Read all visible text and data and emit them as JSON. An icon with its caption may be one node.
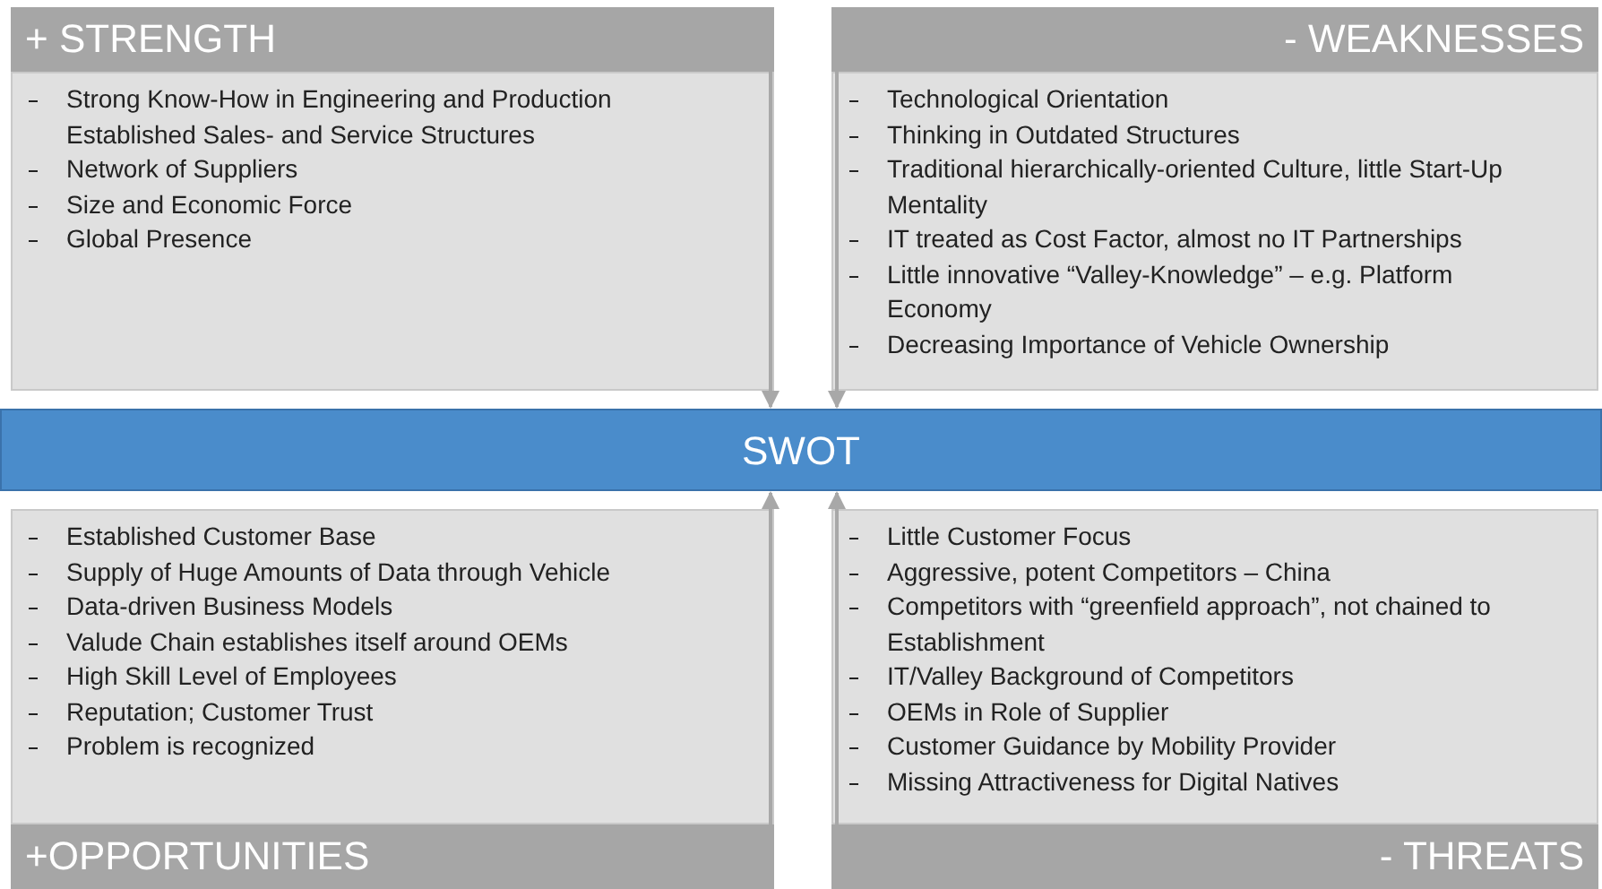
{
  "diagram": {
    "nodes": [
      {
        "text": [
          "+ STRENGTH",
          "Strong Know-How in Engineering and Production Established Sales- and Service Structures",
          "Network of Suppliers",
          "Size and Economic Force",
          "Global Presence"
        ]
      },
      {
        "text": [
          "- WEAKNESSES",
          "Technological Orientation",
          "Thinking in Outdated Structures",
          "Traditional hierarchically-oriented Culture, little Start-Up Mentality",
          "IT treated as Cost Factor, almost no IT Partnerships",
          "Little innovative “Valley-Knowledge” – e.g. Platform Economy",
          "Decreasing Importance of Vehicle Ownership"
        ]
      },
      {
        "text": [
          "SWOT"
        ]
      },
      {
        "text": [
          "Established Customer Base",
          "Supply of Huge Amounts of Data through Vehicle",
          "Data-driven Business Models",
          "Valude Chain establishes itself around OEMs",
          "High Skill Level of Employees",
          "Reputation; Customer Trust",
          "Problem is recognized",
          "+OPPORTUNITIES"
        ]
      },
      {
        "text": [
          "Little Customer Focus",
          "Aggressive, potent Competitors – China",
          "Competitors with “greenfield approach”, not chained to Establishment",
          "IT/Valley Background of Competitors",
          "OEMs in Role of Supplier",
          "Customer Guidance by Mobility Provider",
          "Missing Attractiveness for Digital Natives",
          "- THREATS"
        ]
      }
    ],
    "edges": [
      {
        "from": 0,
        "to": 2,
        "arrow": "to"
      },
      {
        "from": 1,
        "to": 2,
        "arrow": "to"
      },
      {
        "from": 3,
        "to": 2,
        "arrow": "to"
      },
      {
        "from": 4,
        "to": 2,
        "arrow": "to"
      }
    ]
  }
}
